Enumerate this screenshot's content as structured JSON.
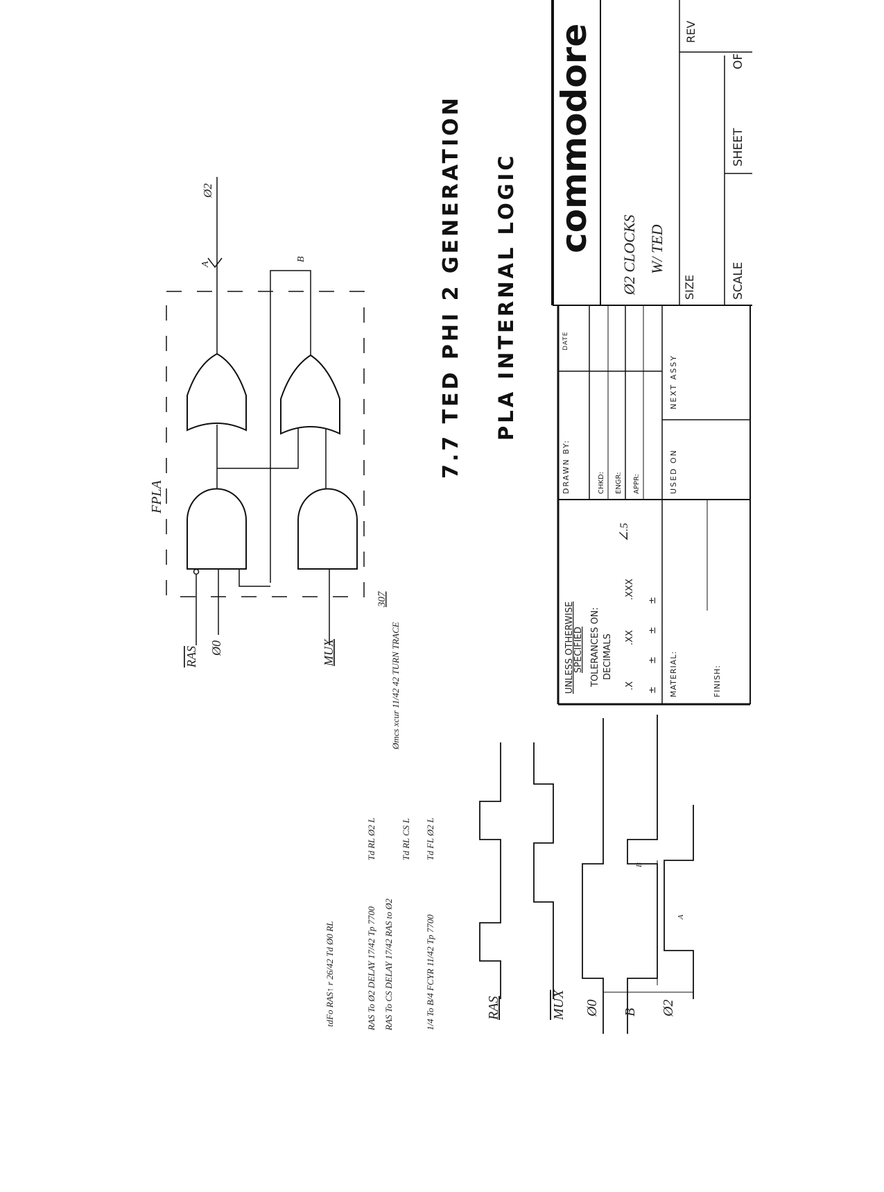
{
  "title": "7.7 TED PHI 2 GENERATION",
  "subtitle": "PLA INTERNAL LOGIC",
  "title_block": {
    "company": "commodore",
    "drawing_title_line1": "Ø2   CLOCKS",
    "drawing_title_line2": "W/ TED",
    "drawn_by": "DRAWN BY:",
    "date": "DATE",
    "chkd": "CHKD:",
    "engr": "ENGR:",
    "appr": "APPR:",
    "used_on": "USED ON",
    "next_assy": "NEXT ASSY",
    "unless": "UNLESS OTHERWISE",
    "specified": "SPECIFIED",
    "tolerances": "TOLERANCES ON:",
    "decimals": "DECIMALS",
    "tol_x": ".X",
    "tol_xx": ".XX",
    "tol_xxx": ".XXX",
    "tol_angle": "∠.5",
    "plusminus": "±   ±   ±   ±",
    "material": "MATERIAL:",
    "finish": "FINISH:",
    "size": "SIZE",
    "scale": "SCALE",
    "sheet": "SHEET",
    "of": "OF",
    "rev": "REV"
  },
  "schematic": {
    "block_label": "FPLA",
    "in_ras": "RAS",
    "in_phi0": "Ø0",
    "in_mux": "MUX",
    "out_phi2": "Ø2",
    "node_a": "A",
    "node_b": "B",
    "part_no": "307"
  },
  "notes": {
    "n1": "tdFo RAS↑ r  26/42 Td Ø0 RL",
    "n2": "RAS To Ø2 DELAY  17/42 Tp 7700",
    "n3": "RAS To CS DELAY  17/42 RAS to Ø2",
    "n4": "1/4 To B/4 FCYR  11/42 Tp 7700",
    "n5": "Td RL Ø2 L",
    "n6": "Td RL CS L",
    "n7": "Td FL Ø2 L",
    "n8": "Ømcs xcur  11/42 42 TURN TRACE"
  },
  "timing": {
    "sig_ras": "RAS",
    "sig_mux": "MUX",
    "sig_phi0": "Ø0",
    "sig_b": "B",
    "sig_phi2": "Ø2",
    "mark_a": "A",
    "mark_b": "B"
  }
}
